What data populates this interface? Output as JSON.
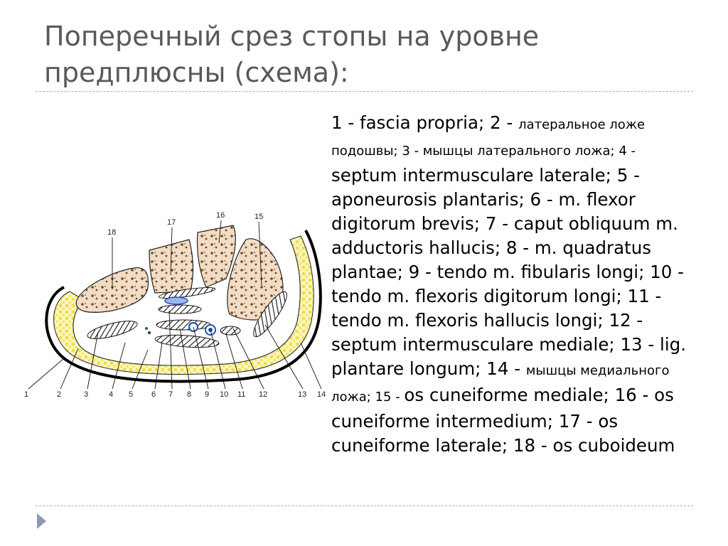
{
  "title": "Поперечный срез стопы на уровне предплюсны (схема):",
  "diagram": {
    "labels": [
      "1",
      "2",
      "3",
      "4",
      "5",
      "6",
      "7",
      "8",
      "9",
      "10",
      "11",
      "12",
      "13",
      "14",
      "15",
      "16",
      "17",
      "18"
    ]
  },
  "legend": [
    {
      "text": "1 - fascia propria; 2 - ",
      "size": "large"
    },
    {
      "text": "латеральное ложе подошвы; 3 - мышцы латерального ложа; 4 - ",
      "size": "small"
    },
    {
      "text": "septum intermusculare laterale; 5 - aponeurosis plantaris; 6 - m. flexor digitorum brevis; 7 - caput obliquum m. adductoris hallucis; 8 - m. quadratus plantae; 9 - tendo m. fibularis longi; 10 - tendo m. flexoris digitorum longi; 11 - tendo m. flexoris hallucis longi; 12 - septum intermusculare mediale; 13 - lig. plantare longum; 14 - ",
      "size": "large"
    },
    {
      "text": "мышцы медиального ложа; 15 - ",
      "size": "small"
    },
    {
      "text": "os cuneiforme mediale; 16 - os cuneiforme intermedium; 17 - os cuneiforme laterale; 18 - os cuboideum",
      "size": "large"
    }
  ],
  "colors": {
    "title": "#595959",
    "fat": "#f0e04a",
    "bone": "#f3dcc4",
    "bone_dots": "#6b4a2a",
    "vessel": "#1f4fa8",
    "divider": "#a9b2c0"
  }
}
